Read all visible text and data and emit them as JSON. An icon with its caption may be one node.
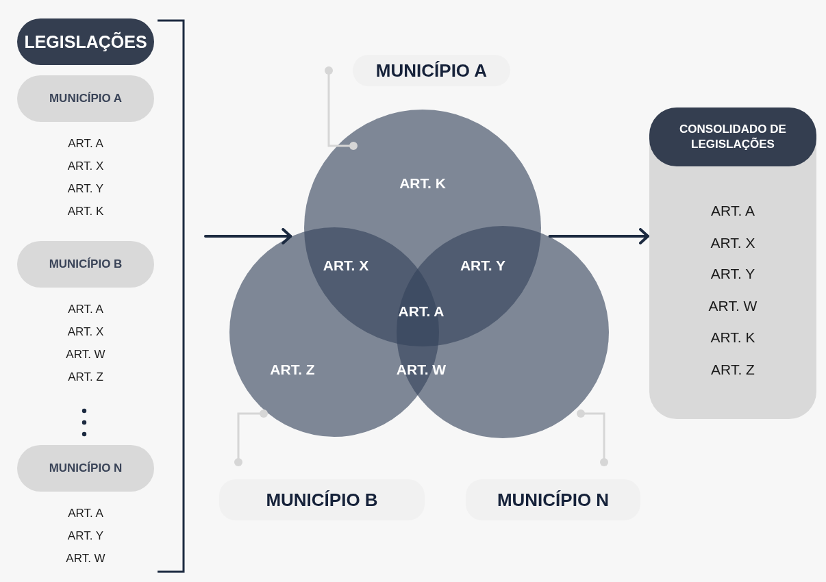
{
  "diagram": {
    "nodes": [
      {
        "text": [
          "LEGISLAÇÕES"
        ]
      },
      {
        "text": [
          "MUNICÍPIO A"
        ],
        "beside": [
          "ART. A",
          "ART. X",
          "ART. Y",
          "ART. K"
        ]
      },
      {
        "text": [
          "MUNICÍPIO B"
        ],
        "beside": [
          "ART. A",
          "ART. X",
          "ART. W",
          "ART. Z"
        ]
      },
      {
        "text": [
          "MUNICÍPIO N"
        ],
        "beside": [
          "ART. A",
          "ART. Y",
          "ART. W"
        ]
      },
      {
        "text": [
          "MUNICÍPIO A"
        ]
      },
      {
        "text": [
          "ART. K"
        ]
      },
      {
        "text": [
          "ART. Z"
        ]
      },
      {
        "text": [],
        "shape": "circle"
      },
      {
        "text": [
          "MUNICÍPIO B"
        ]
      },
      {
        "text": [
          "MUNICÍPIO N"
        ]
      },
      {
        "text": [
          "ART. A",
          "ART. X",
          "ART. Y",
          "ART. W",
          "ART. K",
          "ART. Z"
        ]
      },
      {
        "text": [
          "CONSOLIDADO DE LEGISLAÇÕES"
        ],
        "in": 10
      }
    ],
    "edges": [
      {
        "from": 4,
        "to": 5,
        "arrow": "other"
      },
      {
        "from": 8,
        "to": 6,
        "arrow": "other"
      },
      {
        "from": 9,
        "to": 7,
        "arrow": "other"
      },
      {
        "from": null,
        "to": 6,
        "arrow": "to",
        "color": "#1c2a40"
      },
      {
        "from": 7,
        "to": 10,
        "arrow": "to",
        "color": "#1c2a40"
      }
    ],
    "labels": [
      "ART. X",
      "ART. Y",
      "ART. A",
      "ART. W"
    ]
  }
}
